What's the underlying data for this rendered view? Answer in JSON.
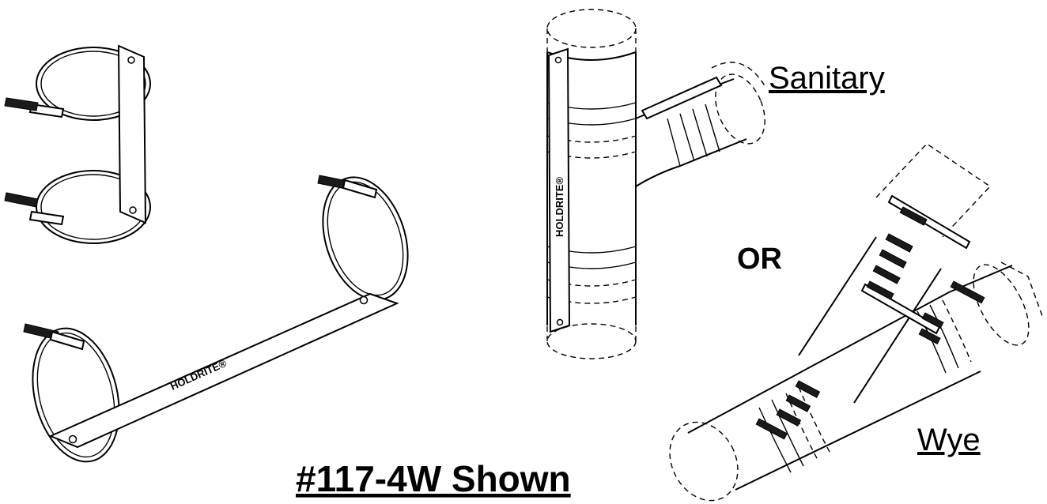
{
  "labels": {
    "sanitary": "Sanitary",
    "or": "OR",
    "wye": "Wye",
    "model_shown": "#117-4W Shown"
  },
  "brand": {
    "name": "HOLDRITE",
    "registered_mark": "®"
  },
  "colors": {
    "ink": "#000000",
    "paper": "#ffffff"
  }
}
